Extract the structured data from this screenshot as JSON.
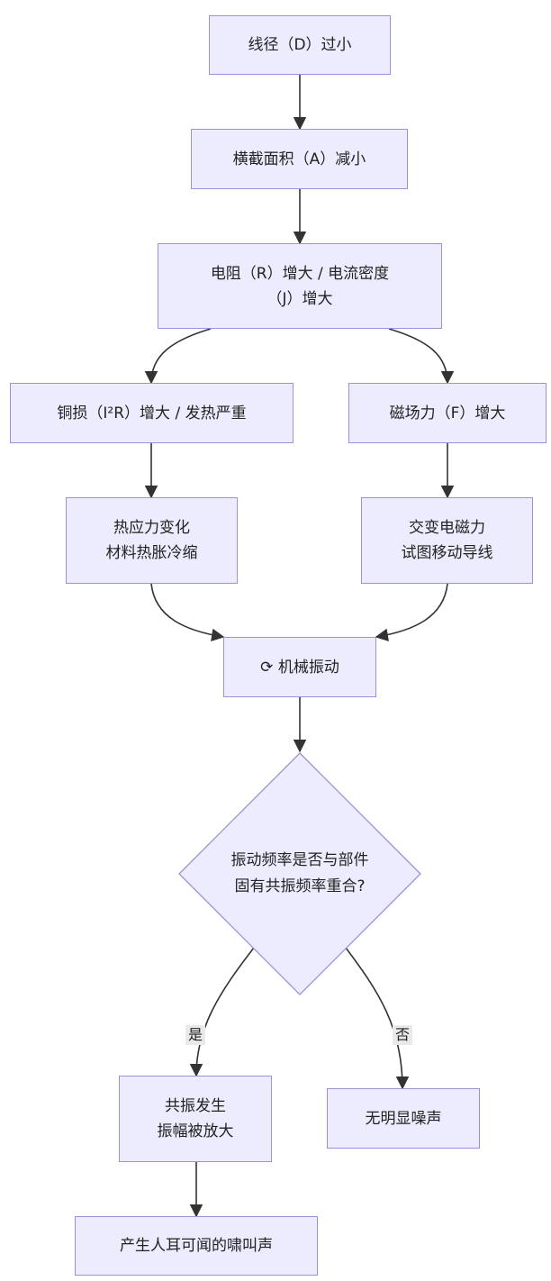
{
  "nodes": {
    "n1": [
      "线径（D）过小"
    ],
    "n2": [
      "横截面积（A）减小"
    ],
    "n3": [
      "电阻（R）增大 / 电流密度",
      "（J）增大"
    ],
    "n4": [
      "铜损（I²R）增大 / 发热严重"
    ],
    "n5": [
      "磁场力（F）增大"
    ],
    "n6": [
      "热应力变化",
      "材料热胀冷缩"
    ],
    "n7": [
      "交变电磁力",
      "试图移动导线"
    ],
    "n8": [
      "⟳ 机械振动"
    ],
    "n9": [
      "振动频率是否与部件",
      "固有共振频率重合?"
    ],
    "n10": [
      "共振发生",
      "振幅被放大"
    ],
    "n11": [
      "无明显噪声"
    ],
    "n12": [
      "产生人耳可闻的啸叫声"
    ]
  },
  "edge_labels": {
    "yes": "是",
    "no": "否"
  }
}
